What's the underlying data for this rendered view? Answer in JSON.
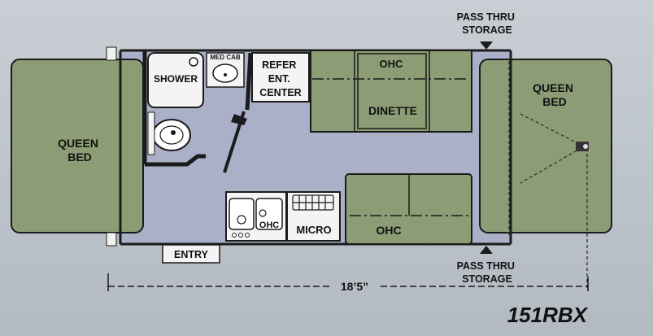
{
  "plan": {
    "model": "151RBX",
    "overall_length": "18’5”",
    "labels": {
      "queen_bed_left": [
        "QUEEN",
        "BED"
      ],
      "queen_bed_right": [
        "QUEEN",
        "BED"
      ],
      "shower": "SHOWER",
      "med_cab": "MED CAB",
      "refer": [
        "REFER",
        "ENT.",
        "CENTER"
      ],
      "ohc_top": "OHC",
      "dinette": "DINETTE",
      "ohc_bottom": "OHC",
      "sink_ohc": "OHC",
      "micro": "MICRO",
      "entry": "ENTRY",
      "pass_thru_top": [
        "PASS THRU",
        "STORAGE"
      ],
      "pass_thru_bottom": [
        "PASS THRU",
        "STORAGE"
      ]
    },
    "colors": {
      "bed": "#8c9c74",
      "floor": "#a9b0c7",
      "wall": "#1b1b1b",
      "fixture": "#f4f4f4",
      "text": "#111111"
    }
  }
}
